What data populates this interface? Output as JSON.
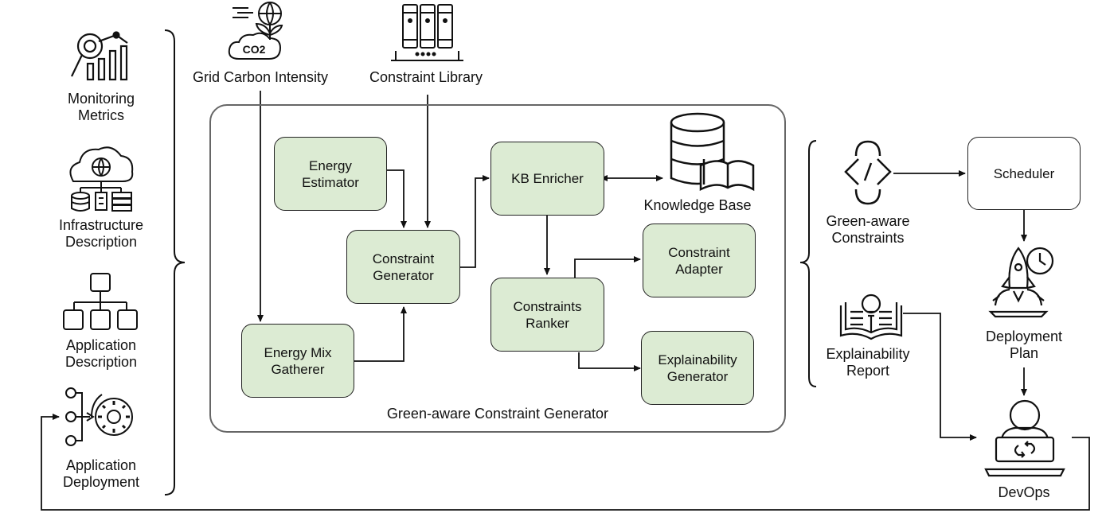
{
  "left_inputs": {
    "monitoring": "Monitoring\nMetrics",
    "infrastructure": "Infrastructure\nDescription",
    "application": "Application\nDescription",
    "deployment": "Application\nDeployment"
  },
  "top_inputs": {
    "grid_carbon": "Grid Carbon Intensity",
    "co2_text": "CO2",
    "constraint_library": "Constraint Library"
  },
  "generator": {
    "title": "Green-aware Constraint Generator",
    "energy_estimator": "Energy\nEstimator",
    "constraint_generator": "Constraint\nGenerator",
    "energy_mix_gatherer": "Energy Mix\nGatherer",
    "kb_enricher": "KB Enricher",
    "knowledge_base": "Knowledge Base",
    "constraints_ranker": "Constraints\nRanker",
    "constraint_adapter": "Constraint\nAdapter",
    "explainability_generator": "Explainability\nGenerator"
  },
  "outputs": {
    "green_constraints": "Green-aware\nConstraints",
    "explainability_report": "Explainability\nReport",
    "scheduler": "Scheduler",
    "deployment_plan": "Deployment\nPlan",
    "devops": "DevOps"
  }
}
